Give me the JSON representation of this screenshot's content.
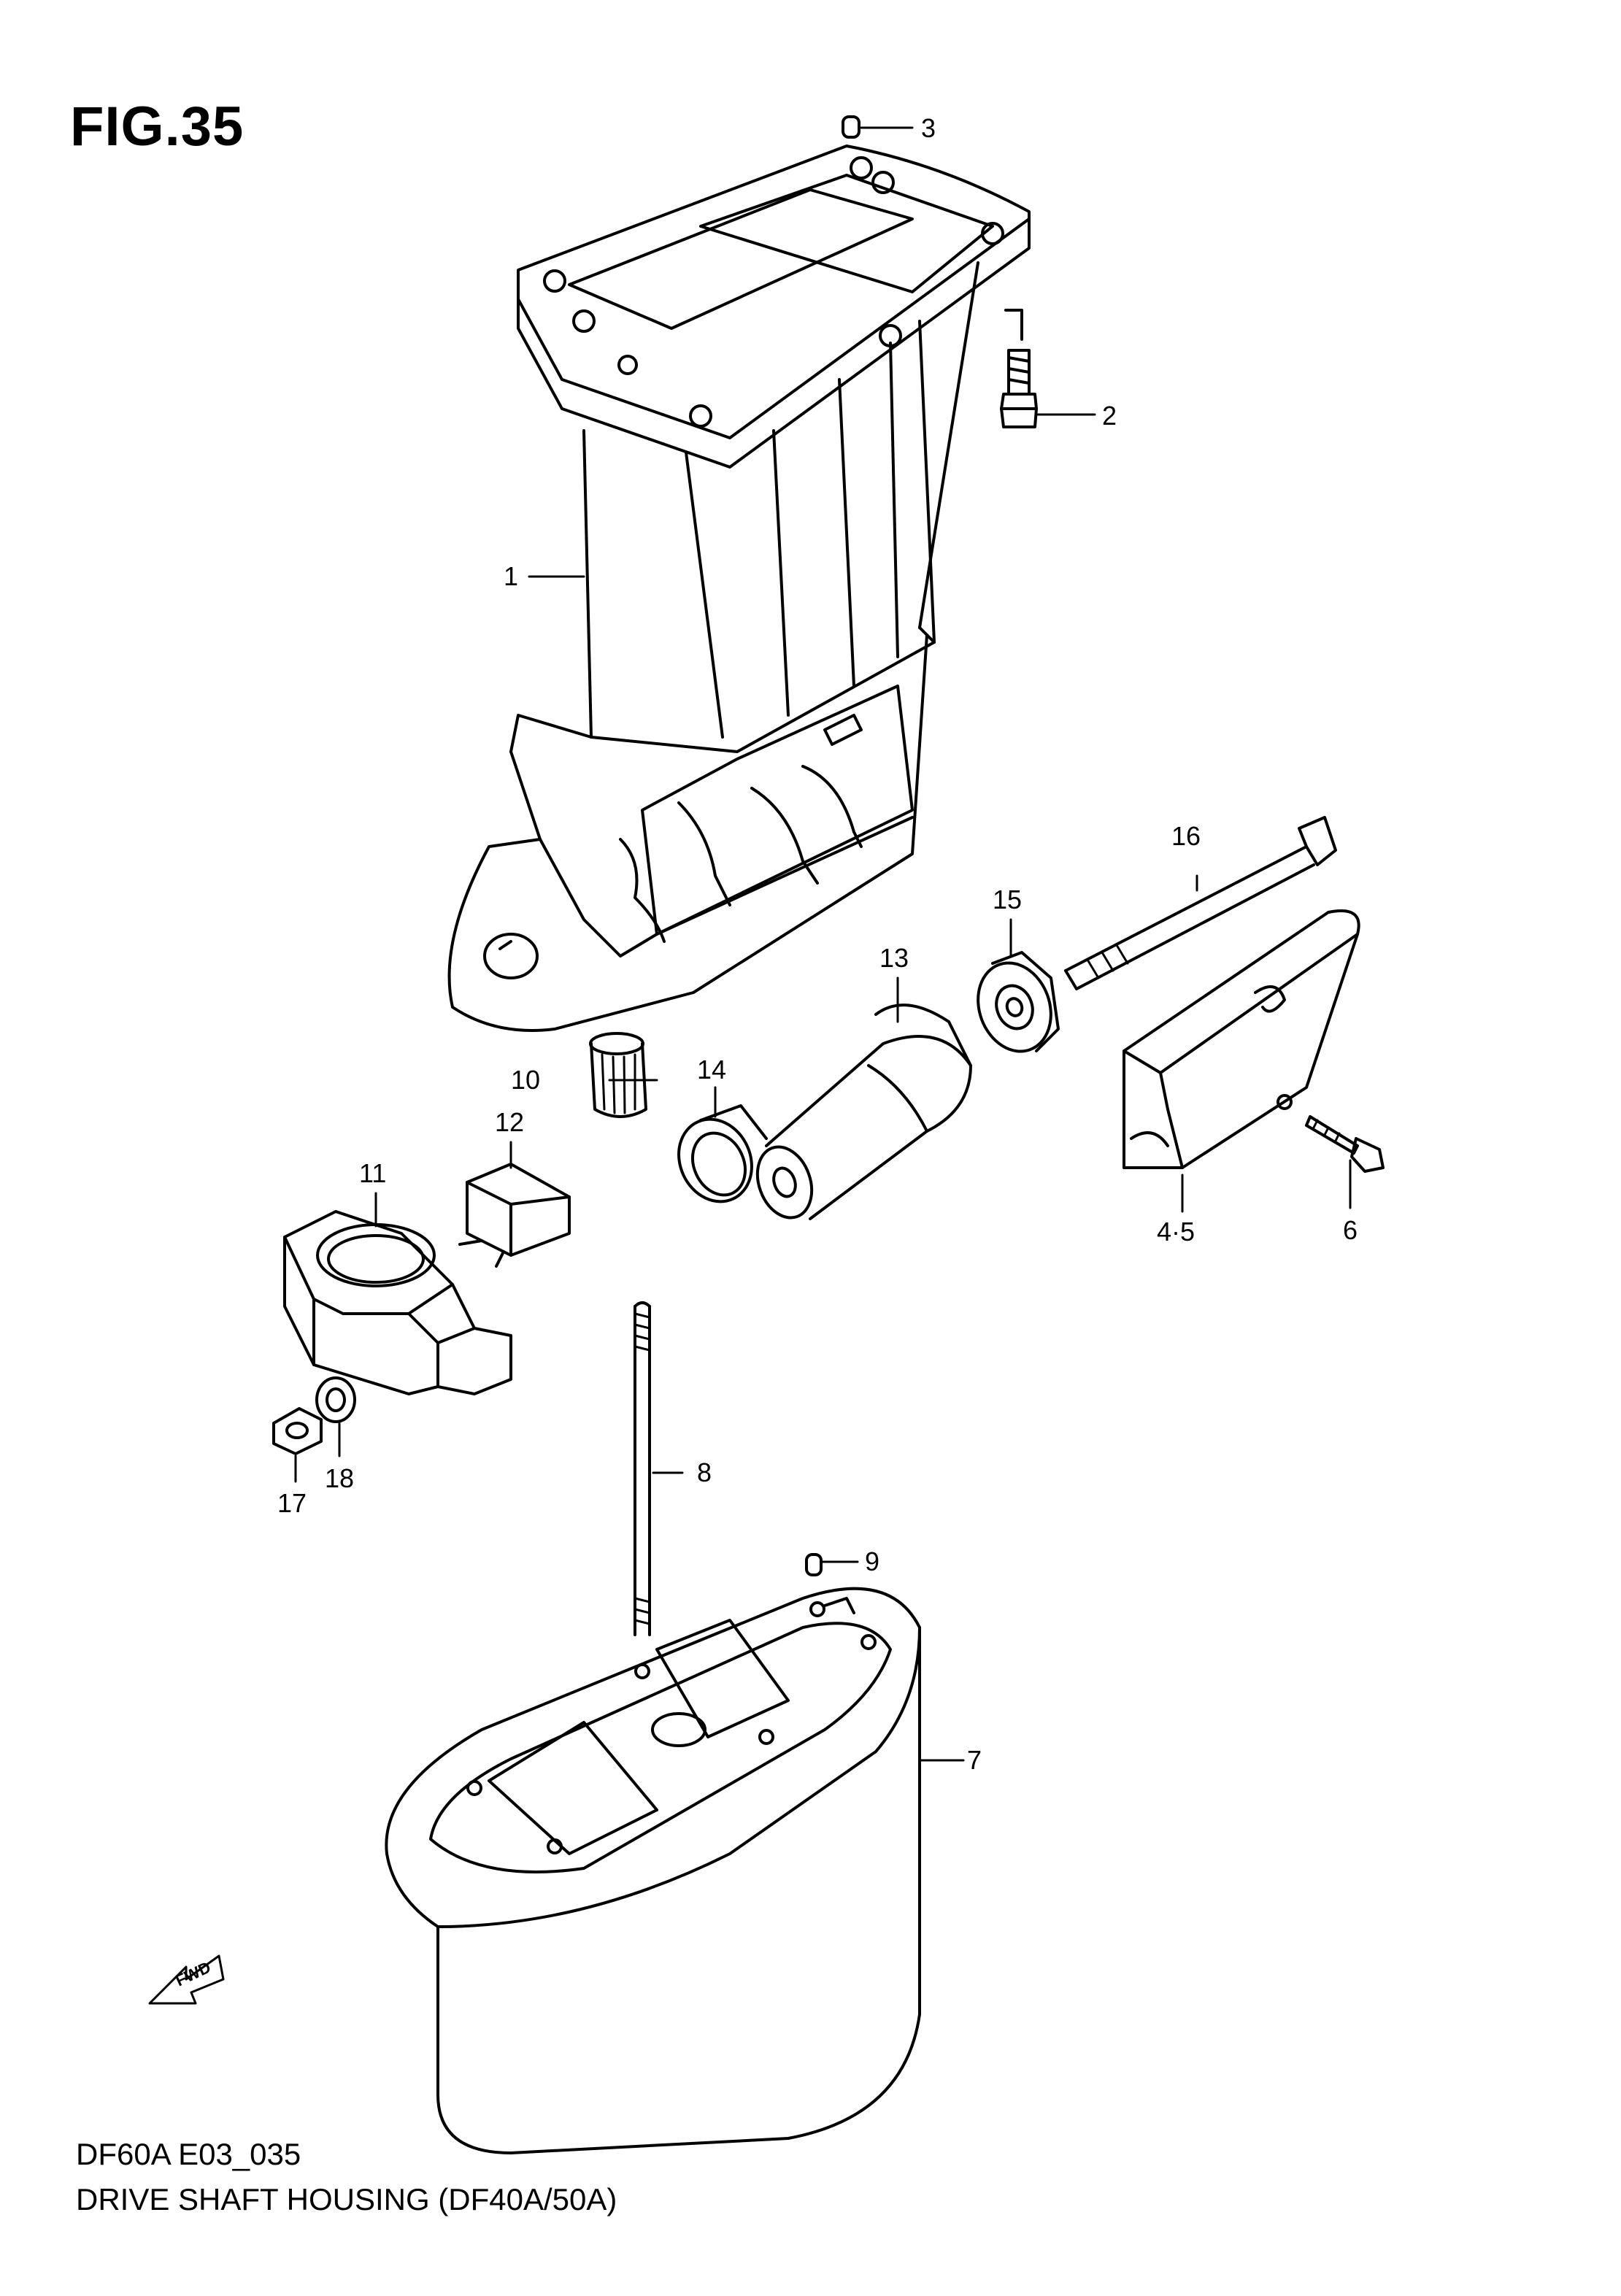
{
  "figure": {
    "title": "FIG.35",
    "code": "DF60A E03_035",
    "caption": "DRIVE SHAFT HOUSING (DF40A/50A)"
  },
  "fwd_label": "FWD",
  "callouts": {
    "c1": "1",
    "c2": "2",
    "c3": "3",
    "c45": "4·5",
    "c6": "6",
    "c7": "7",
    "c8": "8",
    "c9": "9",
    "c10": "10",
    "c11": "11",
    "c12": "12",
    "c13": "13",
    "c14": "14",
    "c15": "15",
    "c16": "16",
    "c17": "17",
    "c18": "18"
  },
  "colors": {
    "line": "#000000",
    "background": "#ffffff"
  }
}
